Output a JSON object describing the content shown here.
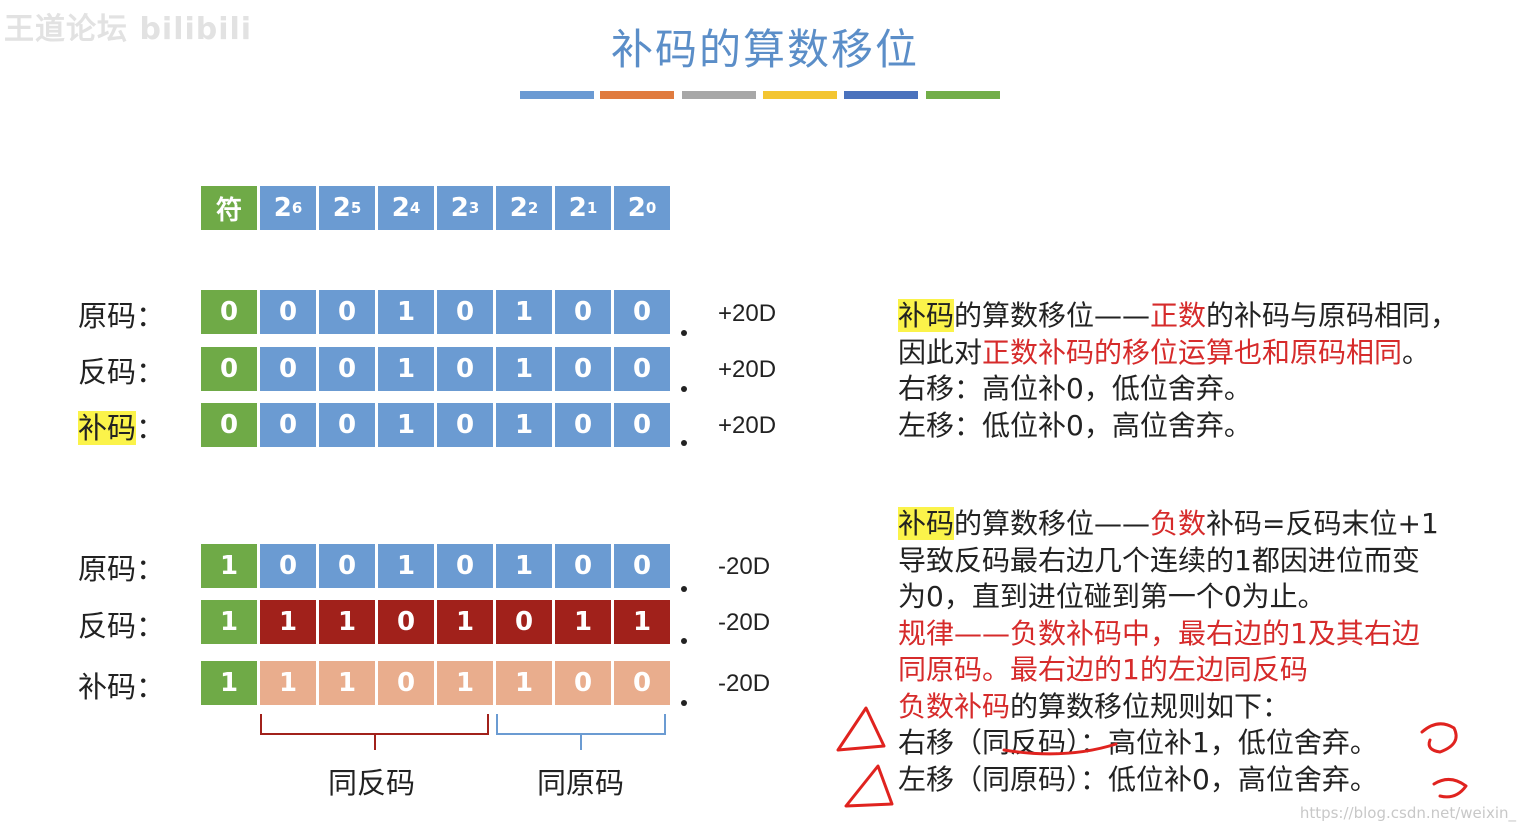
{
  "watermark": "王道论坛 bilibili",
  "title": "补码的算数移位",
  "color_bars": [
    "#6b9ad3",
    "#e07b3f",
    "#a7a7a7",
    "#f3c531",
    "#4a72bd",
    "#72ae48"
  ],
  "header_cells": [
    {
      "base": "符",
      "exp": ""
    },
    {
      "base": "2",
      "exp": "6"
    },
    {
      "base": "2",
      "exp": "5"
    },
    {
      "base": "2",
      "exp": "4"
    },
    {
      "base": "2",
      "exp": "3"
    },
    {
      "base": "2",
      "exp": "2"
    },
    {
      "base": "2",
      "exp": "1"
    },
    {
      "base": "2",
      "exp": "0"
    }
  ],
  "positive_rows": [
    {
      "label": "原码：",
      "bits": [
        "0",
        "0",
        "0",
        "1",
        "0",
        "1",
        "0",
        "0"
      ],
      "value": "+20D"
    },
    {
      "label": "反码：",
      "bits": [
        "0",
        "0",
        "0",
        "1",
        "0",
        "1",
        "0",
        "0"
      ],
      "value": "+20D"
    },
    {
      "label_main": "补码",
      "label_suffix": "：",
      "bits": [
        "0",
        "0",
        "0",
        "1",
        "0",
        "1",
        "0",
        "0"
      ],
      "value": "+20D"
    }
  ],
  "negative_rows": [
    {
      "label": "原码：",
      "bits": [
        "1",
        "0",
        "0",
        "1",
        "0",
        "1",
        "0",
        "0"
      ],
      "value": "-20D"
    },
    {
      "label": "反码：",
      "bits": [
        "1",
        "1",
        "1",
        "0",
        "1",
        "0",
        "1",
        "1"
      ],
      "value": "-20D"
    },
    {
      "label": "补码：",
      "bits": [
        "1",
        "1",
        "1",
        "0",
        "1",
        "1",
        "0",
        "0"
      ],
      "value": "-20D"
    }
  ],
  "brackets": {
    "left": "同反码",
    "right": "同原码"
  },
  "para1": {
    "hl": "补码",
    "t1": "的算数移位——",
    "r1": "正数",
    "t2": "的补码与原码相同，",
    "t3": "因此对",
    "r2": "正数补码的移位运算也和原码相同",
    "t4": "。",
    "line3": "右移：高位补0，低位舍弃。",
    "line4": "左移：低位补0，高位舍弃。"
  },
  "para2": {
    "hl": "补码",
    "t1": "的算数移位——",
    "r1": "负数",
    "t2": "补码=反码末位+1",
    "line2": "导致反码最右边几个连续的1都因进位而变",
    "line3": "为0，直到进位碰到第一个0为止。",
    "red4": "规律——负数补码中，最右边的1及其右边",
    "red5": "同原码。最右边的1的左边同反码",
    "r6": "负数补码",
    "t6": "的算数移位规则如下：",
    "line7": "右移（同反码）：高位补1，低位舍弃。",
    "line8": "左移（同原码）：低位补0，高位舍弃。"
  },
  "footer_watermark": "https://blog.csdn.net/weixin_",
  "colors": {
    "sign": "#6faa47",
    "bit_blue": "#6b9bd2",
    "bit_darkred": "#a1211b",
    "bit_salmon": "#e9ad8d",
    "ink_red": "#e0231f",
    "text_red": "#d62b2b",
    "highlight": "#fbf34a"
  }
}
